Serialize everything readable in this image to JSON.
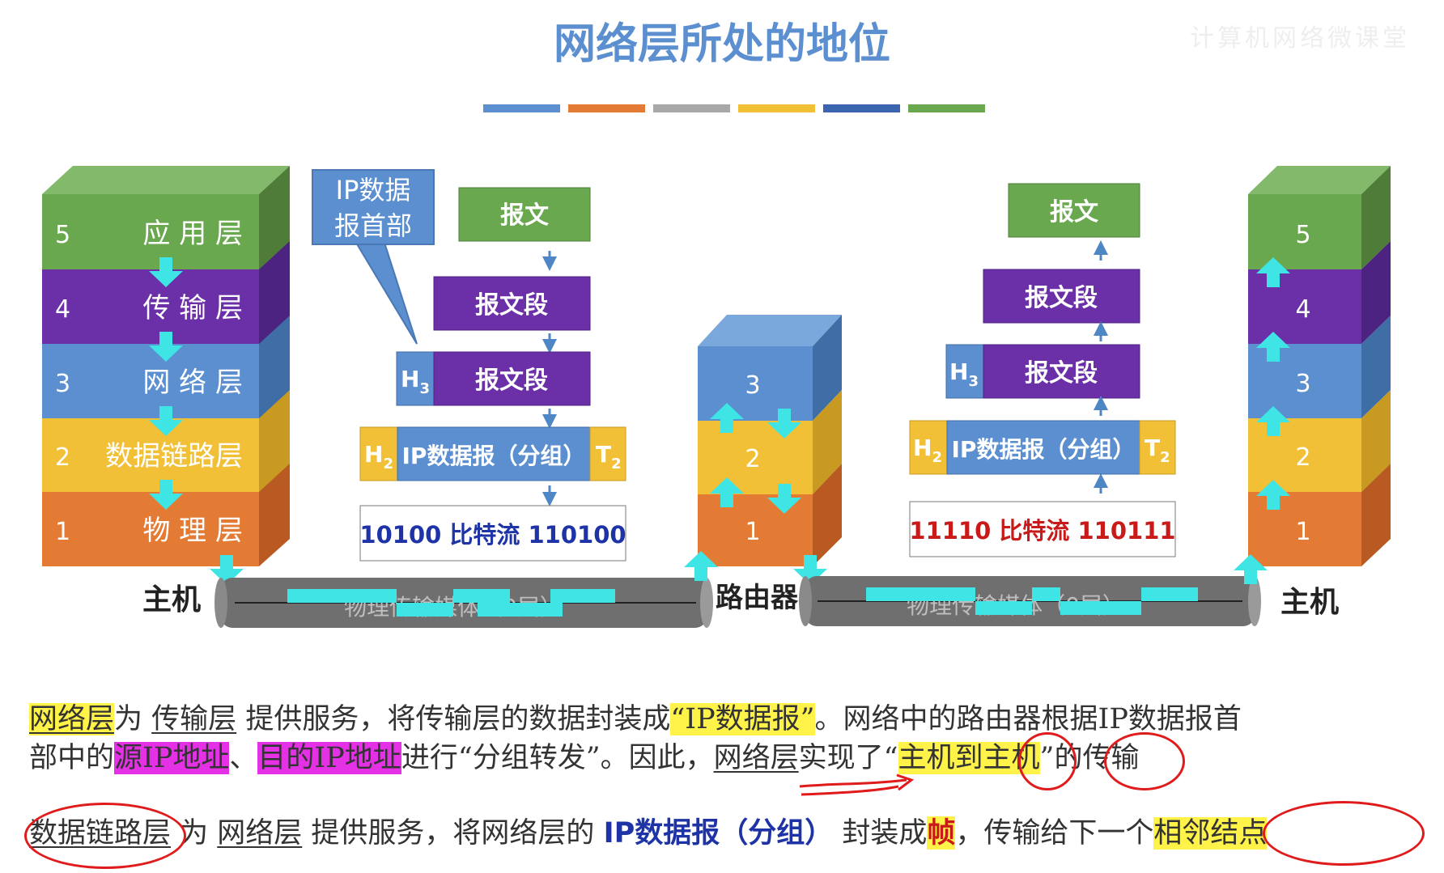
{
  "title": "网络层所处的地位",
  "watermark": "计算机网络微课堂",
  "colors": {
    "title": "#5b8fd0",
    "green": "#6aa84f",
    "purple": "#6b2fa7",
    "blue": "#5b8fd0",
    "yellow": "#f2c037",
    "orange": "#e47b35",
    "gray_cable": "#6f6f6f",
    "cyan": "#3fe5e5",
    "header_blue": "#4f86c6",
    "highlight_yellow": "#fff34a",
    "highlight_magenta": "#e531e6",
    "annotation_red": "#e01b1b"
  },
  "color_bar": [
    "#5b8fd0",
    "#e47b35",
    "#a8a8a8",
    "#f2c037",
    "#3c65b0",
    "#6aa84f"
  ],
  "left_host": {
    "label": "主机",
    "layers": [
      {
        "num": "5",
        "name": "应 用 层"
      },
      {
        "num": "4",
        "name": "传 输 层"
      },
      {
        "num": "3",
        "name": "网 络 层"
      },
      {
        "num": "2",
        "name": "数据链路层"
      },
      {
        "num": "1",
        "name": "物 理 层"
      }
    ]
  },
  "right_host": {
    "label": "主机",
    "layers": [
      "5",
      "4",
      "3",
      "2",
      "1"
    ]
  },
  "router": {
    "label": "路由器",
    "layers": [
      "3",
      "2",
      "1"
    ]
  },
  "callout": "IP数据\n报首部",
  "left_encap": {
    "message": "报文",
    "segment": "报文段",
    "h3": "H",
    "h3_sub": "3",
    "h3_segment": "报文段",
    "h2": "H",
    "h2_sub": "2",
    "datagram": "IP数据报（分组）",
    "t2": "T",
    "t2_sub": "2",
    "bits": "10100 比特流 110100"
  },
  "right_encap": {
    "message": "报文",
    "segment": "报文段",
    "h3": "H",
    "h3_sub": "3",
    "h3_segment": "报文段",
    "h2": "H",
    "h2_sub": "2",
    "datagram": "IP数据报（分组）",
    "t2": "T",
    "t2_sub": "2",
    "bits": "11110 比特流 110111"
  },
  "cable_label": "物理传输媒体（0层）",
  "para1": {
    "s1": "网络层",
    "s2": "为",
    "s3": "传输层",
    "s4": "提供服务，将传输层的数据封装成",
    "s5": "“IP数据报”",
    "s6": "。网络中的路由器根据IP数据报首",
    "s7": "部中的",
    "s8": "源IP地址",
    "s9": "、",
    "s10": "目的IP地址",
    "s11": "进行“分组转发”。因此，",
    "s12": "网络层",
    "s13": "实现了“",
    "s14": "主机到主机",
    "s15": "”的传输"
  },
  "para2": {
    "s1": "数据链路层",
    "s2": " 为 ",
    "s3": "网络层",
    "s4": " 提供服务，将网络层的 ",
    "s5": "IP数据报（分组）",
    "s6": " 封装成",
    "s7": "帧",
    "s8": "，传输给下一个",
    "s9": "相邻结点"
  }
}
